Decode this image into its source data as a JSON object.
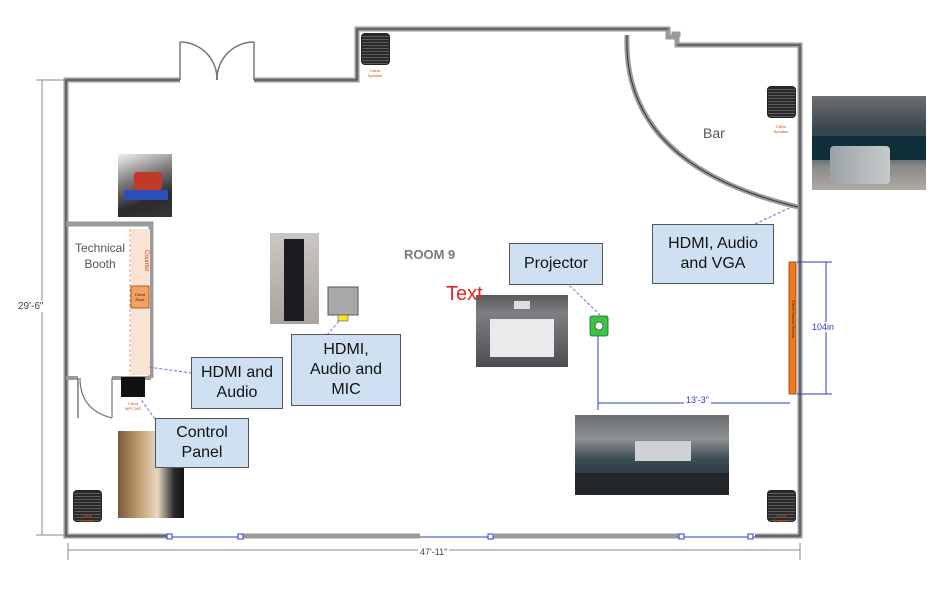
{
  "room_label": "ROOM 9",
  "bar_label": "Bar",
  "text_label": "Text",
  "technical_booth_label": "Technical\nBooth",
  "counter_label": "Counter",
  "client_rack_label": "Client\nRack",
  "client_mpc_label": "Client\nMPC-MS",
  "client_screen_label": "Client Manual Screen",
  "client_speaker_label": "Client\nSpeaker",
  "dimensions": {
    "height": "29'-6\"",
    "width": "47'-11\"",
    "screen_width": "104in",
    "projector_distance": "13'-3\""
  },
  "callouts": {
    "projector": "Projector",
    "hdmi_audio_vga": "HDMI, Audio\nand VGA",
    "hdmi_audio": "HDMI and\nAudio",
    "hdmi_audio_mic": "HDMI,\nAudio and\nMIC",
    "control_panel": "Control\nPanel"
  },
  "colors": {
    "wall": "#9a9a9a",
    "callout_fill": "#cfe0f3",
    "dimension_line": "#2a3bd4",
    "text_label": "#e8261e",
    "booth_fill": "#f9e3d3",
    "screen_fill": "#f07b1c",
    "projector": "#3cc24a"
  }
}
